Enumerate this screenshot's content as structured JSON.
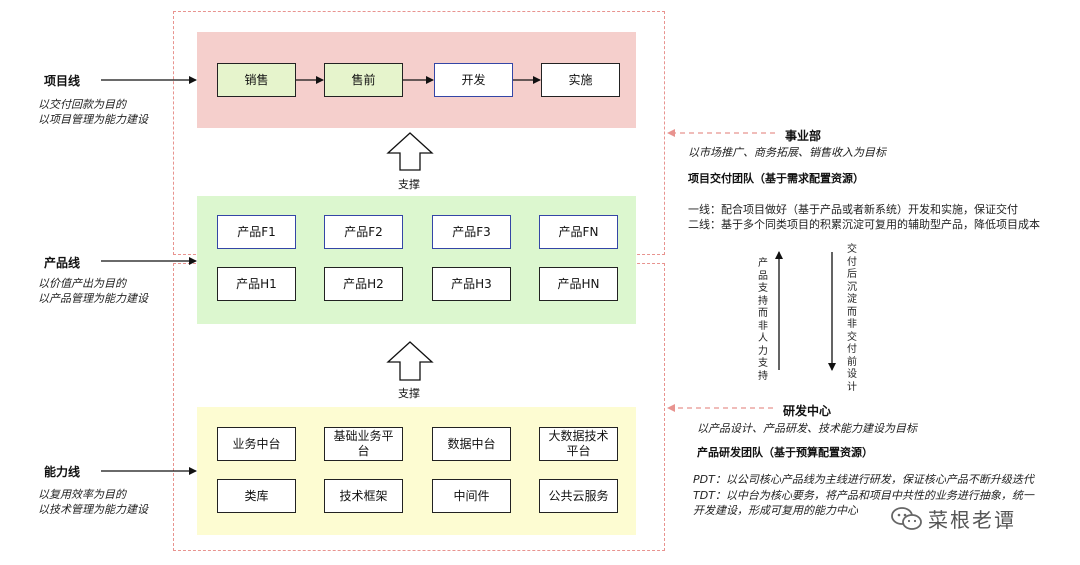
{
  "project_line": {
    "title": "项目线",
    "desc1": "以交付回款为目的",
    "desc2": "以项目管理为能力建设"
  },
  "product_line": {
    "title": "产品线",
    "desc1": "以价值产出为目的",
    "desc2": "以产品管理为能力建设"
  },
  "capability_line": {
    "title": "能力线",
    "desc1": "以复用效率为目的",
    "desc2": "以技术管理为能力建设"
  },
  "project_nodes": [
    "销售",
    "售前",
    "开发",
    "实施"
  ],
  "product_row1": [
    "产品F1",
    "产品F2",
    "产品F3",
    "产品FN"
  ],
  "product_row2": [
    "产品H1",
    "产品H2",
    "产品H3",
    "产品HN"
  ],
  "capability_row1": [
    "业务中台",
    "基础业务平台",
    "数据中台",
    "大数据技术平台"
  ],
  "capability_row2": [
    "类库",
    "技术框架",
    "中间件",
    "公共云服务"
  ],
  "support_label": "支撑",
  "business_unit": {
    "title": "事业部",
    "subtitle": "以市场推广、商务拓展、销售收入为目标",
    "team_title": "项目交付团队（基于需求配置资源）",
    "line1": "一线：配合项目做好（基于产品或者新系统）开发和实施，保证交付",
    "line2": "二线：基于多个同类项目的积累沉淀可复用的辅助型产品，降低项目成本"
  },
  "vertical_left": "产品支持而非人力支持",
  "vertical_right": "交付后沉淀而非交付前设计",
  "rd_center": {
    "title": "研发中心",
    "subtitle": "以产品设计、产品研发、技术能力建设为目标",
    "team_title": "产品研发团队（基于预算配置资源）",
    "pdt": "PDT：以公司核心产品线为主线进行研发，保证核心产品不断升级迭代",
    "tdt1": "TDT：以中台为核心要务，将产品和项目中共性的业务进行抽象，统一",
    "tdt2": "开发建设，形成可复用的能力中心"
  },
  "watermark": "菜根老谭",
  "colors": {
    "project_band": "#f5cfcc",
    "product_band": "#dcf7cf",
    "capability_band": "#fdfcd2",
    "dashed": "#e8938f",
    "blue_border": "#3446a6",
    "green_node": "#e6f4cc"
  }
}
